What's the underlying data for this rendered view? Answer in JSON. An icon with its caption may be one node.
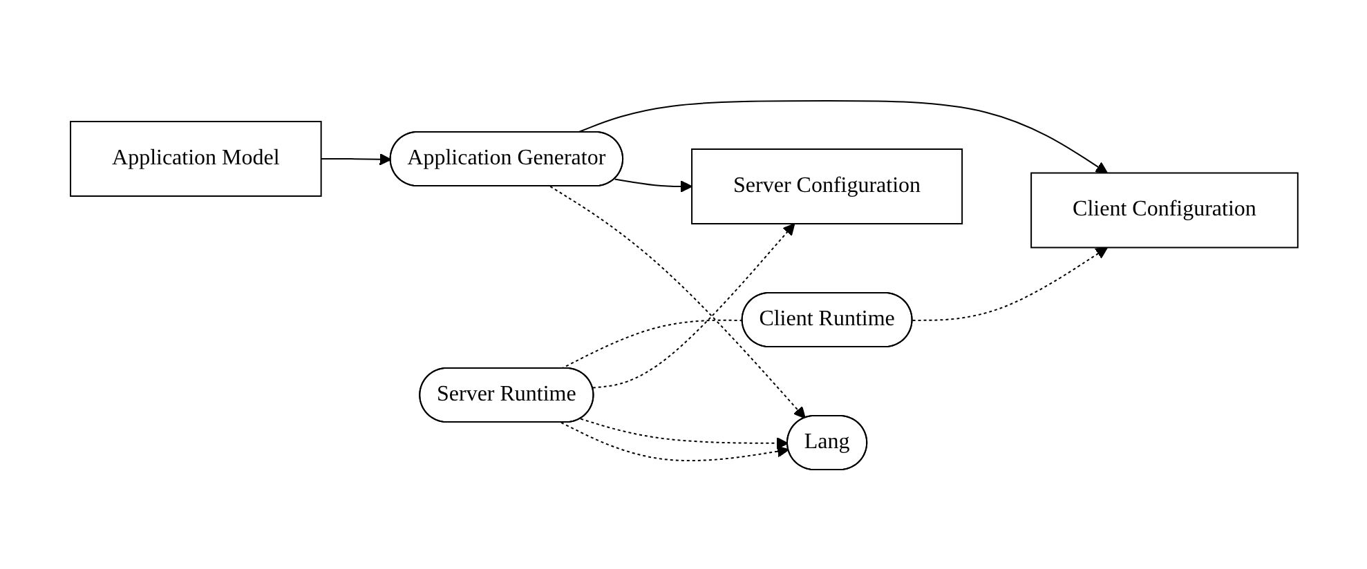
{
  "diagram": {
    "nodes": [
      {
        "text": [
          "Application Model"
        ]
      },
      {
        "text": [
          "Application Generator"
        ]
      },
      {
        "text": [
          "Client Configuration"
        ]
      },
      {
        "text": [
          "Client Runtime"
        ]
      },
      {
        "text": [
          "Server Configuration"
        ]
      },
      {
        "text": [
          "Server Runtime"
        ]
      },
      {
        "text": [
          "Lang"
        ]
      }
    ],
    "edges": [
      {
        "from": 0,
        "to": 1,
        "arrow": "to"
      },
      {
        "from": 1,
        "to": 2,
        "arrow": "to"
      },
      {
        "from": 1,
        "to": 4,
        "arrow": "to"
      },
      {
        "from": 3,
        "to": 2,
        "arrow": "to",
        "style": "dashed"
      },
      {
        "from": 3,
        "to": 5,
        "arrow": "none",
        "style": "dashed"
      },
      {
        "from": 5,
        "to": 4,
        "arrow": "to",
        "style": "dashed"
      },
      {
        "from": 1,
        "to": 6,
        "arrow": "to",
        "style": "dashed"
      },
      {
        "from": 5,
        "to": 6,
        "arrow": "to",
        "style": "dashed"
      },
      {
        "from": 5,
        "to": 6,
        "arrow": "to",
        "style": "dashed"
      }
    ]
  }
}
